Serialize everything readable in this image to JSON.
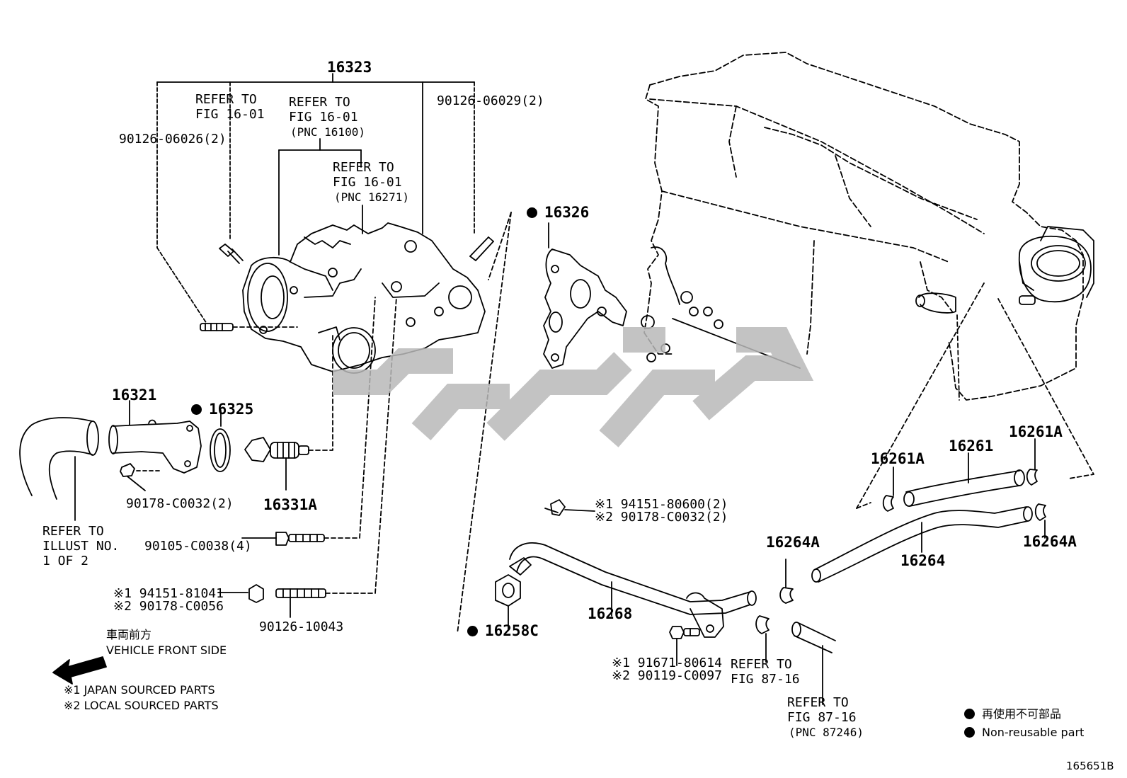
{
  "diagram_id": "165651B",
  "parts": {
    "p16323": "16323",
    "p16321": "16321",
    "p16325": "16325",
    "p16331A": "16331A",
    "p16326": "16326",
    "p16258C": "16258C",
    "p16268": "16268",
    "p16261": "16261",
    "p16261A_left": "16261A",
    "p16261A_right": "16261A",
    "p16264": "16264",
    "p16264A_left": "16264A",
    "p16264A_right": "16264A"
  },
  "fasteners": {
    "bolt_9012606026": "90126-06026(2)",
    "bolt_9012606029": "90126-06029(2)",
    "bolt_90178C0032": "90178-C0032(2)",
    "bolt_90105C0038": "90105-C0038(4)",
    "bolt_9012610043": "90126-10043",
    "nut_jp_1": "※1 94151-81041",
    "nut_lc_1": "※2 90178-C0056",
    "nut_jp_2": "※1 94151-80600(2)",
    "nut_lc_2": "※2 90178-C0032(2)",
    "bolt_jp_3": "※1 91671-80614",
    "bolt_lc_3": "※2 90119-C0097"
  },
  "references": {
    "ref1": "REFER TO\nFIG 16-01",
    "ref2": "REFER TO\nFIG 16-01",
    "ref2_pnc": "(PNC 16100)",
    "ref3": "REFER TO\nFIG 16-01",
    "ref3_pnc": "(PNC 16271)",
    "ref_illust": "REFER TO\nILLUST NO.\n1 OF 2",
    "ref_87_a": "REFER TO\nFIG 87-16",
    "ref_87_b": "REFER TO\nFIG 87-16",
    "ref_87_b_pnc": "(PNC 87246)"
  },
  "legend": {
    "front_jp": "車両前方",
    "front_en": "VEHICLE FRONT SIDE",
    "jp_sourced": "※1 JAPAN SOURCED PARTS",
    "local_sourced": "※2 LOCAL SOURCED PARTS",
    "nonreusable_jp": "再使用不可部品",
    "nonreusable_en": "Non-reusable part"
  },
  "colors": {
    "line": "#000000",
    "watermark": "#b9b9b9"
  }
}
